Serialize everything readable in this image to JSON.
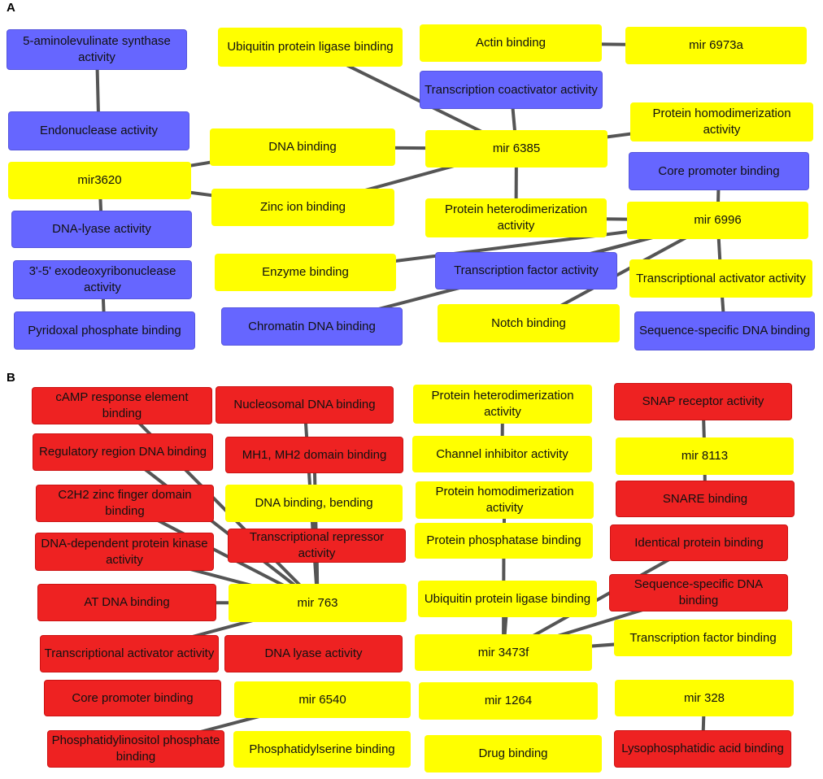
{
  "figure": {
    "panel_a_label": "A",
    "panel_b_label": "B",
    "colors": {
      "mirna": "#ffff00",
      "panel_a_go": "#6666ff",
      "panel_b_go": "#ee2222",
      "edge": "#555555"
    }
  },
  "panel_a": {
    "nodes": {
      "a_aminolevulinate": {
        "label": "5-aminolevulinate synthase activity",
        "category": "blue"
      },
      "a_endonuclease": {
        "label": "Endonuclease activity",
        "category": "blue"
      },
      "a_mir3620": {
        "label": "mir3620",
        "category": "yellow"
      },
      "a_dna_lyase": {
        "label": "DNA-lyase activity",
        "category": "blue"
      },
      "a_exodeoxy": {
        "label": "3'-5' exodeoxyribonuclease activity",
        "category": "blue"
      },
      "a_pyridoxal": {
        "label": "Pyridoxal phosphate binding",
        "category": "blue"
      },
      "a_dna_binding": {
        "label": "DNA binding",
        "category": "yellow"
      },
      "a_zinc": {
        "label": "Zinc ion binding",
        "category": "yellow"
      },
      "a_ubiquitin": {
        "label": "Ubiquitin protein ligase binding",
        "category": "yellow"
      },
      "a_actin": {
        "label": "Actin binding",
        "category": "yellow"
      },
      "a_mir6973a": {
        "label": "mir 6973a",
        "category": "yellow"
      },
      "a_coactivator": {
        "label": "Transcription coactivator activity",
        "category": "blue"
      },
      "a_mir6385": {
        "label": "mir 6385",
        "category": "yellow"
      },
      "a_homodimer": {
        "label": "Protein homodimerization activity",
        "category": "yellow"
      },
      "a_core_promoter": {
        "label": "Core promoter binding",
        "category": "blue"
      },
      "a_heterodimer": {
        "label": "Protein heterodimerization activity",
        "category": "yellow"
      },
      "a_mir6996": {
        "label": "mir 6996",
        "category": "yellow"
      },
      "a_enzyme": {
        "label": "Enzyme binding",
        "category": "yellow"
      },
      "a_tf_activity": {
        "label": "Transcription factor activity",
        "category": "blue"
      },
      "a_activator": {
        "label": "Transcriptional activator activity",
        "category": "yellow"
      },
      "a_chromatin": {
        "label": "Chromatin DNA binding",
        "category": "blue"
      },
      "a_notch": {
        "label": "Notch binding",
        "category": "yellow"
      },
      "a_seq_specific": {
        "label": "Sequence-specific DNA binding",
        "category": "blue"
      }
    },
    "edges": [
      [
        "a_aminolevulinate",
        "a_endonuclease"
      ],
      [
        "a_mir3620",
        "a_dna_binding"
      ],
      [
        "a_mir3620",
        "a_zinc"
      ],
      [
        "a_mir3620",
        "a_dna_lyase"
      ],
      [
        "a_exodeoxy",
        "a_pyridoxal"
      ],
      [
        "a_ubiquitin",
        "a_mir6385"
      ],
      [
        "a_actin",
        "a_mir6973a"
      ],
      [
        "a_coactivator",
        "a_mir6385"
      ],
      [
        "a_dna_binding",
        "a_mir6385"
      ],
      [
        "a_zinc",
        "a_mir6385"
      ],
      [
        "a_homodimer",
        "a_mir6385"
      ],
      [
        "a_heterodimer",
        "a_mir6385"
      ],
      [
        "a_core_promoter",
        "a_mir6996"
      ],
      [
        "a_heterodimer",
        "a_mir6996"
      ],
      [
        "a_enzyme",
        "a_mir6996"
      ],
      [
        "a_tf_activity",
        "a_mir6996"
      ],
      [
        "a_activator",
        "a_mir6996"
      ],
      [
        "a_chromatin",
        "a_mir6996"
      ],
      [
        "a_notch",
        "a_mir6996"
      ],
      [
        "a_activator",
        "a_seq_specific"
      ]
    ]
  },
  "panel_b": {
    "nodes": {
      "b_camp": {
        "label": "cAMP response element binding",
        "category": "red"
      },
      "b_regulatory": {
        "label": "Regulatory region DNA binding",
        "category": "red"
      },
      "b_c2h2": {
        "label": "C2H2 zinc finger domain binding",
        "category": "red"
      },
      "b_dna_pk": {
        "label": "DNA-dependent protein kinase activity",
        "category": "red"
      },
      "b_at_dna": {
        "label": "AT DNA binding",
        "category": "red"
      },
      "b_activator": {
        "label": "Transcriptional activator activity",
        "category": "red"
      },
      "b_core_promoter": {
        "label": "Core promoter binding",
        "category": "red"
      },
      "b_pip": {
        "label": "Phosphatidylinositol phosphate binding",
        "category": "red"
      },
      "b_nucleosomal": {
        "label": "Nucleosomal DNA binding",
        "category": "red"
      },
      "b_mh1": {
        "label": "MH1, MH2 domain binding",
        "category": "red"
      },
      "b_bending": {
        "label": "DNA binding, bending",
        "category": "yellow"
      },
      "b_repressor": {
        "label": "Transcriptional repressor activity",
        "category": "red"
      },
      "b_mir763": {
        "label": "mir 763",
        "category": "yellow"
      },
      "b_dna_lyase": {
        "label": "DNA lyase activity",
        "category": "red"
      },
      "b_mir6540": {
        "label": "mir 6540",
        "category": "yellow"
      },
      "b_ps": {
        "label": "Phosphatidylserine binding",
        "category": "yellow"
      },
      "b_heterodimer": {
        "label": "Protein heterodimerization activity",
        "category": "yellow"
      },
      "b_channel": {
        "label": "Channel inhibitor activity",
        "category": "yellow"
      },
      "b_homodimer": {
        "label": "Protein homodimerization activity",
        "category": "yellow"
      },
      "b_phosphatase": {
        "label": "Protein phosphatase binding",
        "category": "yellow"
      },
      "b_ubiquitin": {
        "label": "Ubiquitin protein ligase binding",
        "category": "yellow"
      },
      "b_mir3473f": {
        "label": "mir 3473f",
        "category": "yellow"
      },
      "b_mir1264": {
        "label": "mir 1264",
        "category": "yellow"
      },
      "b_drug": {
        "label": "Drug binding",
        "category": "yellow"
      },
      "b_snap": {
        "label": "SNAP receptor activity",
        "category": "red"
      },
      "b_mir8113": {
        "label": "mir 8113",
        "category": "yellow"
      },
      "b_snare": {
        "label": "SNARE binding",
        "category": "red"
      },
      "b_identical": {
        "label": "Identical protein binding",
        "category": "red"
      },
      "b_seq_specific": {
        "label": "Sequence-specific DNA binding",
        "category": "red"
      },
      "b_tf_binding": {
        "label": "Transcription factor binding",
        "category": "yellow"
      },
      "b_mir328": {
        "label": "mir 328",
        "category": "yellow"
      },
      "b_lpa": {
        "label": "Lysophosphatidic acid binding",
        "category": "red"
      }
    },
    "edges": [
      [
        "b_camp",
        "b_mir763"
      ],
      [
        "b_regulatory",
        "b_mir763"
      ],
      [
        "b_c2h2",
        "b_mir763"
      ],
      [
        "b_dna_pk",
        "b_mir763"
      ],
      [
        "b_at_dna",
        "b_mir763"
      ],
      [
        "b_activator",
        "b_mir763"
      ],
      [
        "b_nucleosomal",
        "b_mir763"
      ],
      [
        "b_mh1",
        "b_mir763"
      ],
      [
        "b_bending",
        "b_mir763"
      ],
      [
        "b_repressor",
        "b_mir763"
      ],
      [
        "b_pip",
        "b_mir6540"
      ],
      [
        "b_heterodimer",
        "b_channel"
      ],
      [
        "b_homodimer",
        "b_phosphatase"
      ],
      [
        "b_phosphatase",
        "b_mir3473f"
      ],
      [
        "b_ubiquitin",
        "b_mir3473f"
      ],
      [
        "b_identical",
        "b_mir3473f"
      ],
      [
        "b_seq_specific",
        "b_mir3473f"
      ],
      [
        "b_tf_binding",
        "b_mir3473f"
      ],
      [
        "b_snap",
        "b_mir8113"
      ],
      [
        "b_mir8113",
        "b_snare"
      ],
      [
        "b_mir328",
        "b_lpa"
      ]
    ]
  }
}
